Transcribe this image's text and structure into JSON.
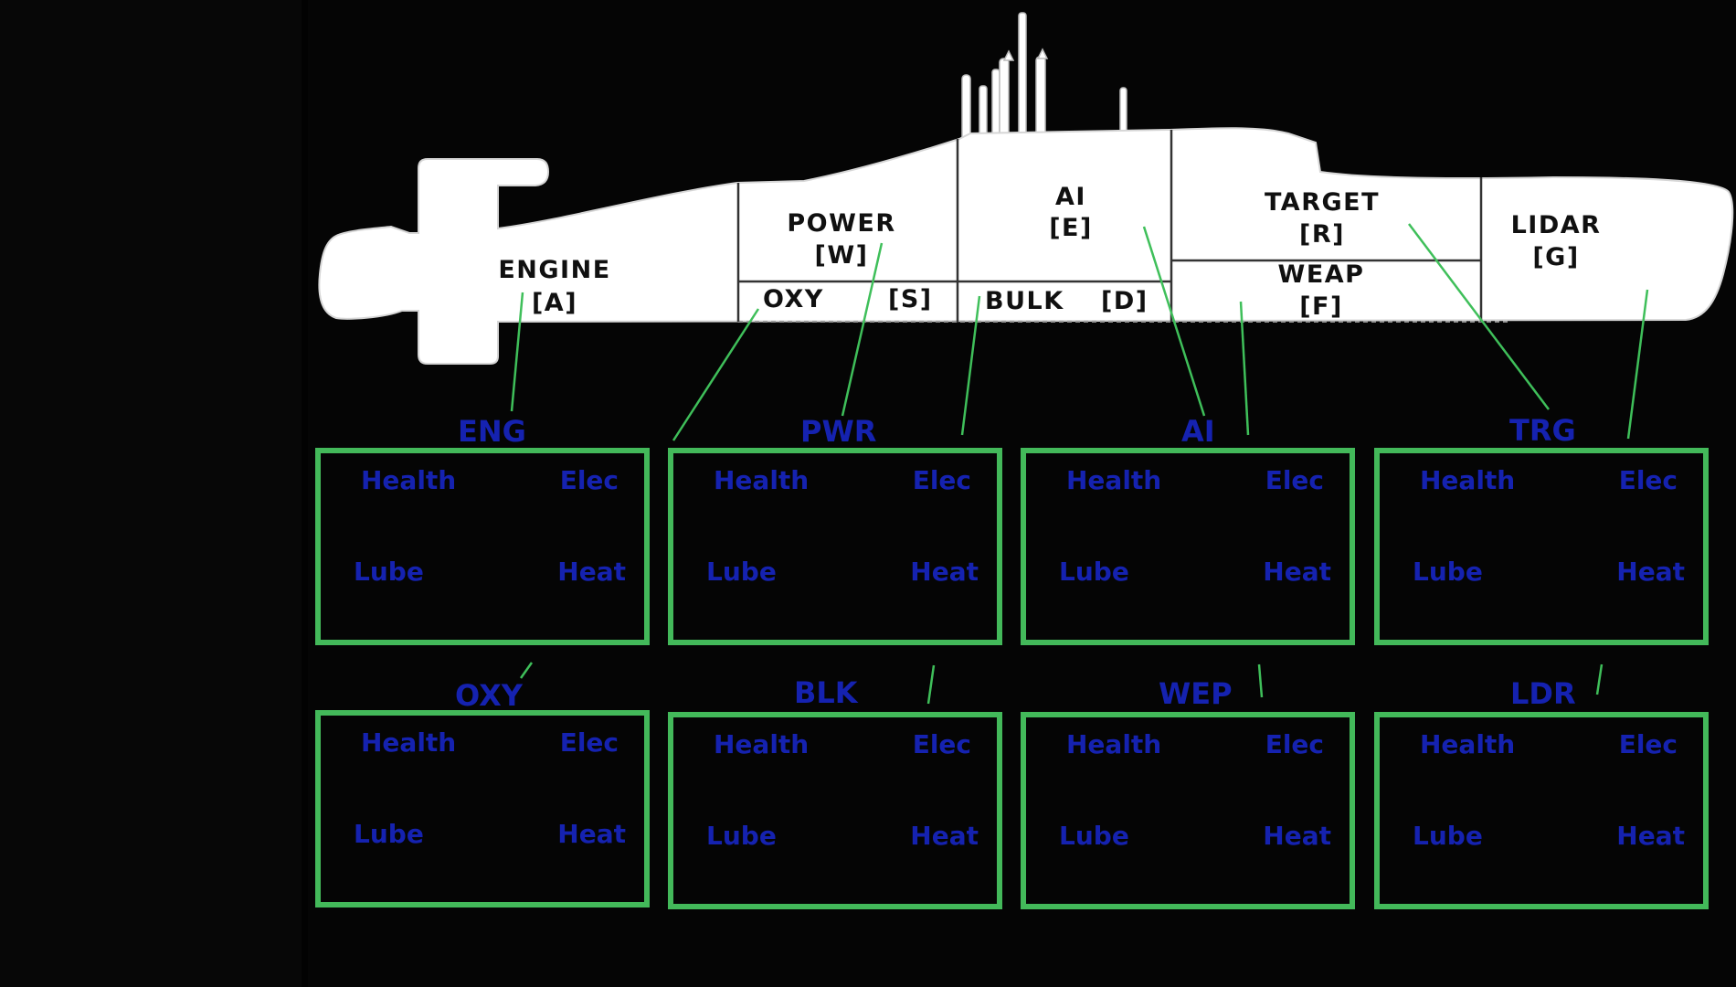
{
  "colors": {
    "background": "#050505",
    "hull": "#ffffff",
    "hull_text": "#101010",
    "panel_border": "#43b95a",
    "connector": "#3fbf5a",
    "label_blue": "#1522b0"
  },
  "submarine": {
    "compartments": {
      "engine": {
        "name": "ENGINE",
        "key": "[A]"
      },
      "power": {
        "name": "POWER",
        "key": "[W]"
      },
      "oxy": {
        "name": "OXY",
        "key": "[S]"
      },
      "ai": {
        "name": "AI",
        "key": "[E]"
      },
      "bulk": {
        "name": "BULK",
        "key": "[D]"
      },
      "target": {
        "name": "TARGET",
        "key": "[R]"
      },
      "weap": {
        "name": "WEAP",
        "key": "[F]"
      },
      "lidar": {
        "name": "LIDAR",
        "key": "[G]"
      }
    }
  },
  "panels": {
    "eng": {
      "label": "ENG",
      "health": "Health",
      "elec": "Elec",
      "lube": "Lube",
      "heat": "Heat"
    },
    "pwr": {
      "label": "PWR",
      "health": "Health",
      "elec": "Elec",
      "lube": "Lube",
      "heat": "Heat"
    },
    "ai": {
      "label": "AI",
      "health": "Health",
      "elec": "Elec",
      "lube": "Lube",
      "heat": "Heat"
    },
    "trg": {
      "label": "TRG",
      "health": "Health",
      "elec": "Elec",
      "lube": "Lube",
      "heat": "Heat"
    },
    "oxy": {
      "label": "OXY",
      "health": "Health",
      "elec": "Elec",
      "lube": "Lube",
      "heat": "Heat"
    },
    "blk": {
      "label": "BLK",
      "health": "Health",
      "elec": "Elec",
      "lube": "Lube",
      "heat": "Heat"
    },
    "wep": {
      "label": "WEP",
      "health": "Health",
      "elec": "Elec",
      "lube": "Lube",
      "heat": "Heat"
    },
    "ldr": {
      "label": "LDR",
      "health": "Health",
      "elec": "Elec",
      "lube": "Lube",
      "heat": "Heat"
    }
  }
}
